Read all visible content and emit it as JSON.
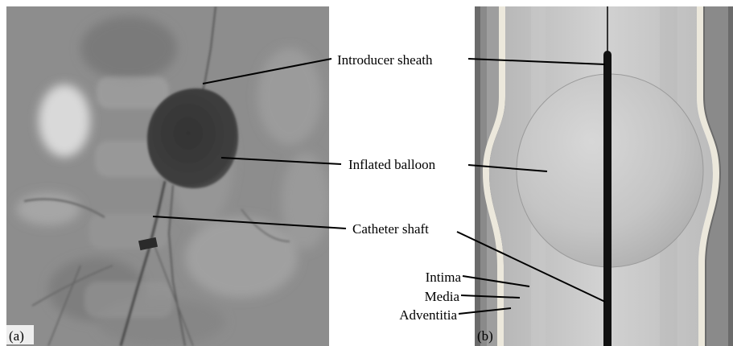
{
  "panels": {
    "a": {
      "label": "(a)"
    },
    "b": {
      "label": "(b)"
    }
  },
  "annotations": {
    "introducer_sheath": "Introducer sheath",
    "inflated_balloon": "Inflated balloon",
    "catheter_shaft": "Catheter shaft",
    "intima": "Intima",
    "media": "Media",
    "adventitia": "Adventitia"
  },
  "colors": {
    "leader": "#000000",
    "xray_background": "#8a8a8a",
    "xray_balloon": "#3a3a3a",
    "vessel_wall_outer": "#6e6e6e",
    "vessel_wall_light": "#e8e4da",
    "vessel_lumen": "#c8c8c8",
    "balloon_render": "#bdbdbd",
    "catheter": "#111111"
  }
}
